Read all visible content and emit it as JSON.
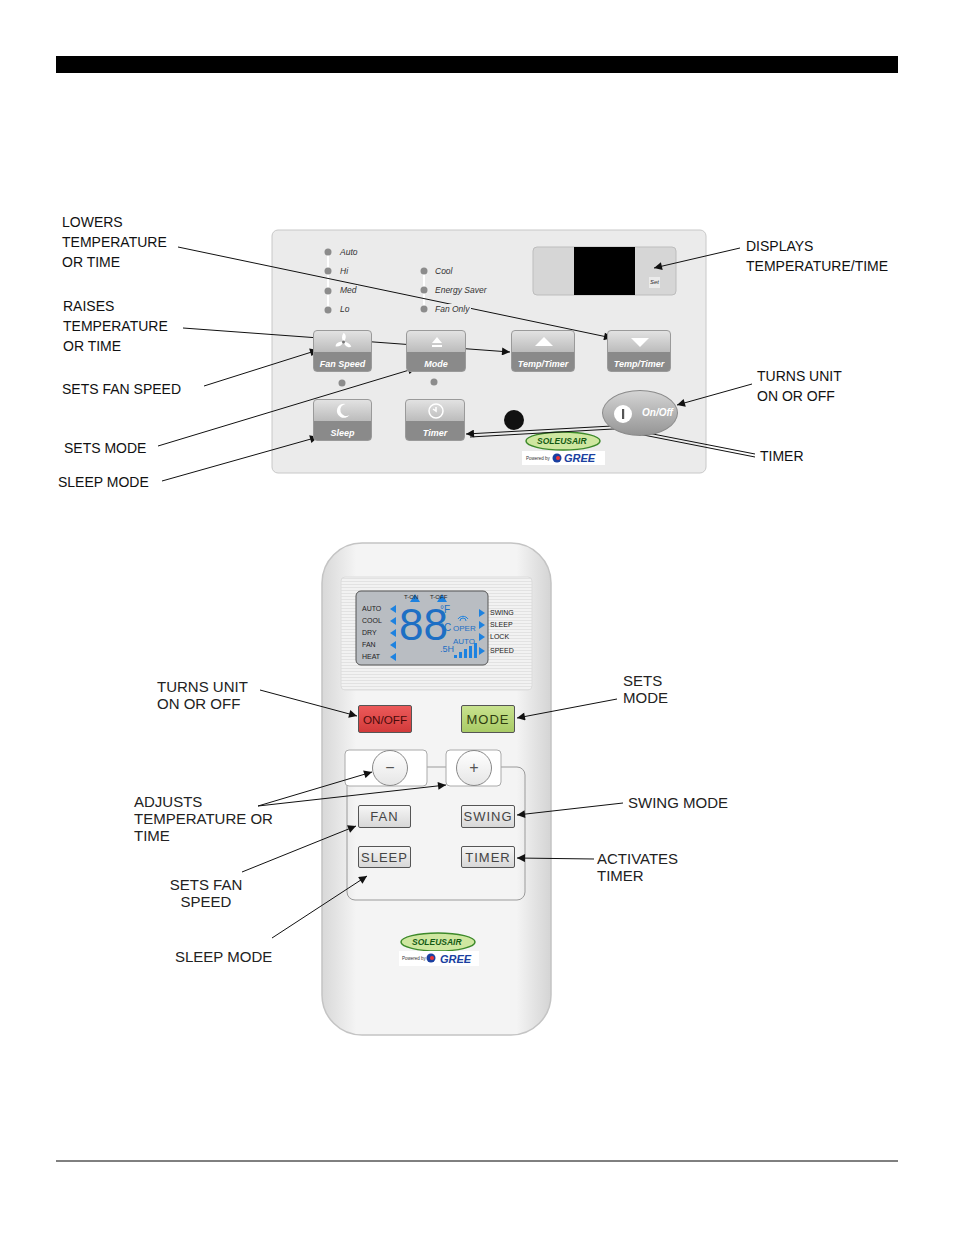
{
  "diagram": {
    "nodes": [
      {
        "text": [
          "Fan Speed"
        ]
      },
      {
        "text": [
          "Mode"
        ]
      },
      {
        "text": [
          "Temp/Timer"
        ]
      },
      {
        "text": [
          "Temp/Timer"
        ]
      },
      {
        "text": [
          "Sleep"
        ]
      },
      {
        "text": [
          "Timer"
        ]
      },
      {
        "text": [
          "On/Off"
        ]
      },
      {
        "text": [
          "ON/OFF"
        ]
      },
      {
        "text": [
          "MODE"
        ]
      },
      {
        "text": [
          "−"
        ]
      },
      {
        "text": [
          "+"
        ]
      },
      {
        "text": [
          "FAN"
        ]
      },
      {
        "text": [
          "SWING"
        ]
      },
      {
        "text": [
          "SLEEP"
        ]
      },
      {
        "text": [
          "TIMER"
        ]
      }
    ],
    "labels": [
      "LOWERS TEMPERATURE OR TIME",
      "DISPLAYS TEMPERATURE/TIME",
      "Auto",
      "Hi",
      "Med",
      "Lo",
      "Cool",
      "Energy Saver",
      "Fan Only",
      "Set",
      "RAISES TEMPERATURE OR TIME",
      "TURNS UNIT ON OR OFF",
      "SETS FAN SPEED",
      "SETS MODE",
      "SOLEUSAIR",
      "Powered by",
      "GREE",
      "TIMER",
      "SLEEP MODE",
      "T-ON",
      "T-OFF",
      "AUTO",
      "COOL",
      "DRY",
      "FAN",
      "HEAT",
      "88",
      "°F",
      "°C",
      ".5H",
      "OPER",
      "AUTO",
      "SWING",
      "SLEEP",
      "LOCK",
      "SPEED",
      "TURNS UNIT ON OR OFF",
      "SETS MODE",
      "ADJUSTS TEMPERATURE OR TIME",
      "SWING MODE",
      "ACTIVATES TIMER",
      "SETS FAN SPEED",
      "SLEEP MODE",
      "SOLEUSAIR",
      "Powered by",
      "GREE"
    ]
  }
}
